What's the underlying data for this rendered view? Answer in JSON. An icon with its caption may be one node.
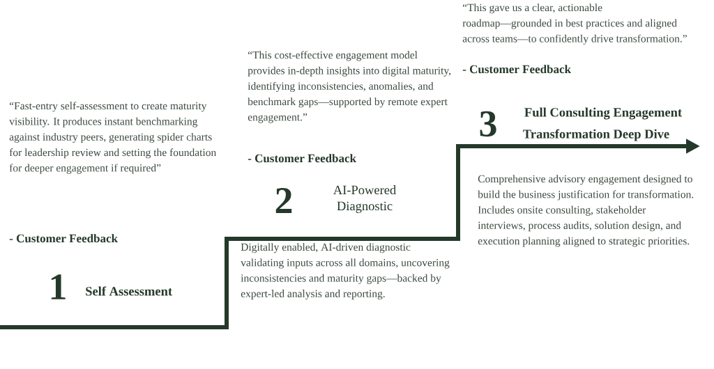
{
  "diagram": {
    "labels": [
      "“Fast-entry self-assessment to create maturity visibility. It produces instant benchmarking against industry peers, generating spider charts for leadership review and setting the foundation for deeper engagement if required”",
      "- Customer Feedback",
      "1",
      "Self Assessment",
      "“This cost-effective engagement model provides in-depth insights into digital maturity, identifying inconsistencies, anomalies, and benchmark gaps—supported by remote expert engagement.”",
      "- Customer Feedback",
      "2",
      "AI-Powered Diagnostic",
      "Digitally enabled, AI-driven diagnostic validating inputs across all domains, uncovering inconsistencies and maturity gaps—backed by expert-led analysis and reporting.",
      "“This gave us a clear, actionable roadmap—grounded in best practices and aligned across teams—to confidently drive transformation.”",
      "- Customer Feedback",
      "3",
      "Full Consulting Engagement",
      "Transformation Deep Dive",
      "Comprehensive advisory engagement designed to build the business justification for transformation. Includes onsite consulting, stakeholder interviews, process audits, solution design, and execution planning aligned to strategic priorities."
    ]
  }
}
